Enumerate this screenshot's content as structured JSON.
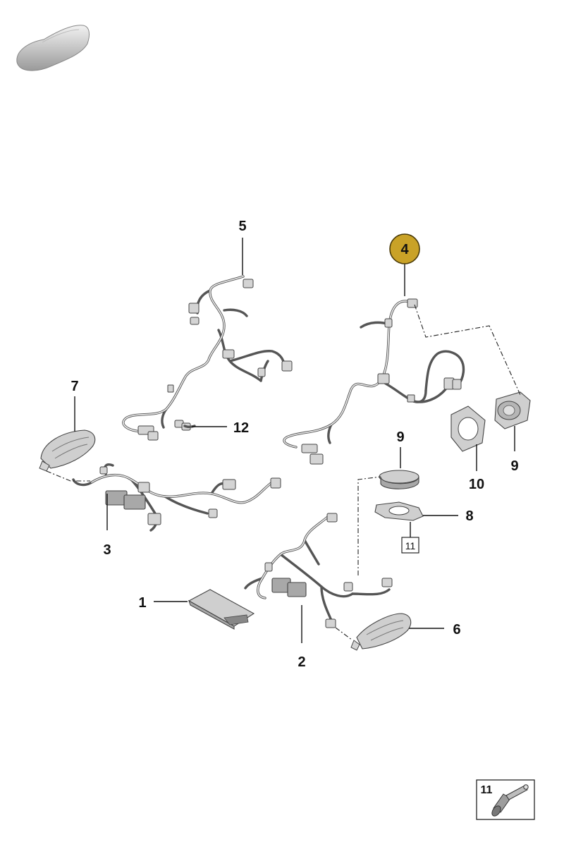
{
  "callouts": {
    "p1": "1",
    "p2": "2",
    "p3": "3",
    "p4": "4",
    "p5": "5",
    "p6": "6",
    "p7": "7",
    "p8": "8",
    "p9a": "9",
    "p9b": "9",
    "p10": "10",
    "p11_box": "11",
    "p12": "12"
  },
  "inset": {
    "label": "11"
  },
  "colors": {
    "highlight": "#c9a227",
    "line": "#111111",
    "part_fill": "#cfcfcf"
  },
  "icons": {
    "vehicle_thumbnail": "car-thumbnail-icon",
    "inset_part": "grommet-icon"
  }
}
